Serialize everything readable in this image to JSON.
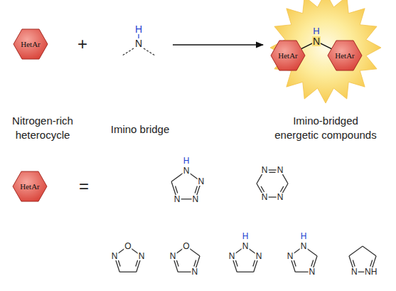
{
  "diagram": {
    "nodes": [
      {
        "text": [
          "HetAr"
        ]
      },
      {
        "text": [
          "Imino-bridged energetic compounds"
        ]
      },
      {
        "text": [
          "HetAr"
        ],
        "in": 1
      },
      {
        "text": [
          "HetAr"
        ],
        "in": 1
      },
      {
        "text": [
          "HetAr"
        ]
      }
    ],
    "edges": [
      {
        "from": 2,
        "to": 3,
        "arrow": "none",
        "label": "N"
      }
    ],
    "labels": [
      "+",
      "H",
      "N",
      "Nitrogen-rich heterocycle",
      "Imino bridge",
      "H",
      "=",
      "H",
      "N",
      "N",
      "N",
      "N",
      "N",
      "N",
      "N",
      "N",
      "O",
      "N",
      "N",
      "O",
      "N",
      "N",
      "H",
      "N",
      "N",
      "N",
      "H",
      "N",
      "N",
      "N",
      "N",
      "NH"
    ]
  }
}
